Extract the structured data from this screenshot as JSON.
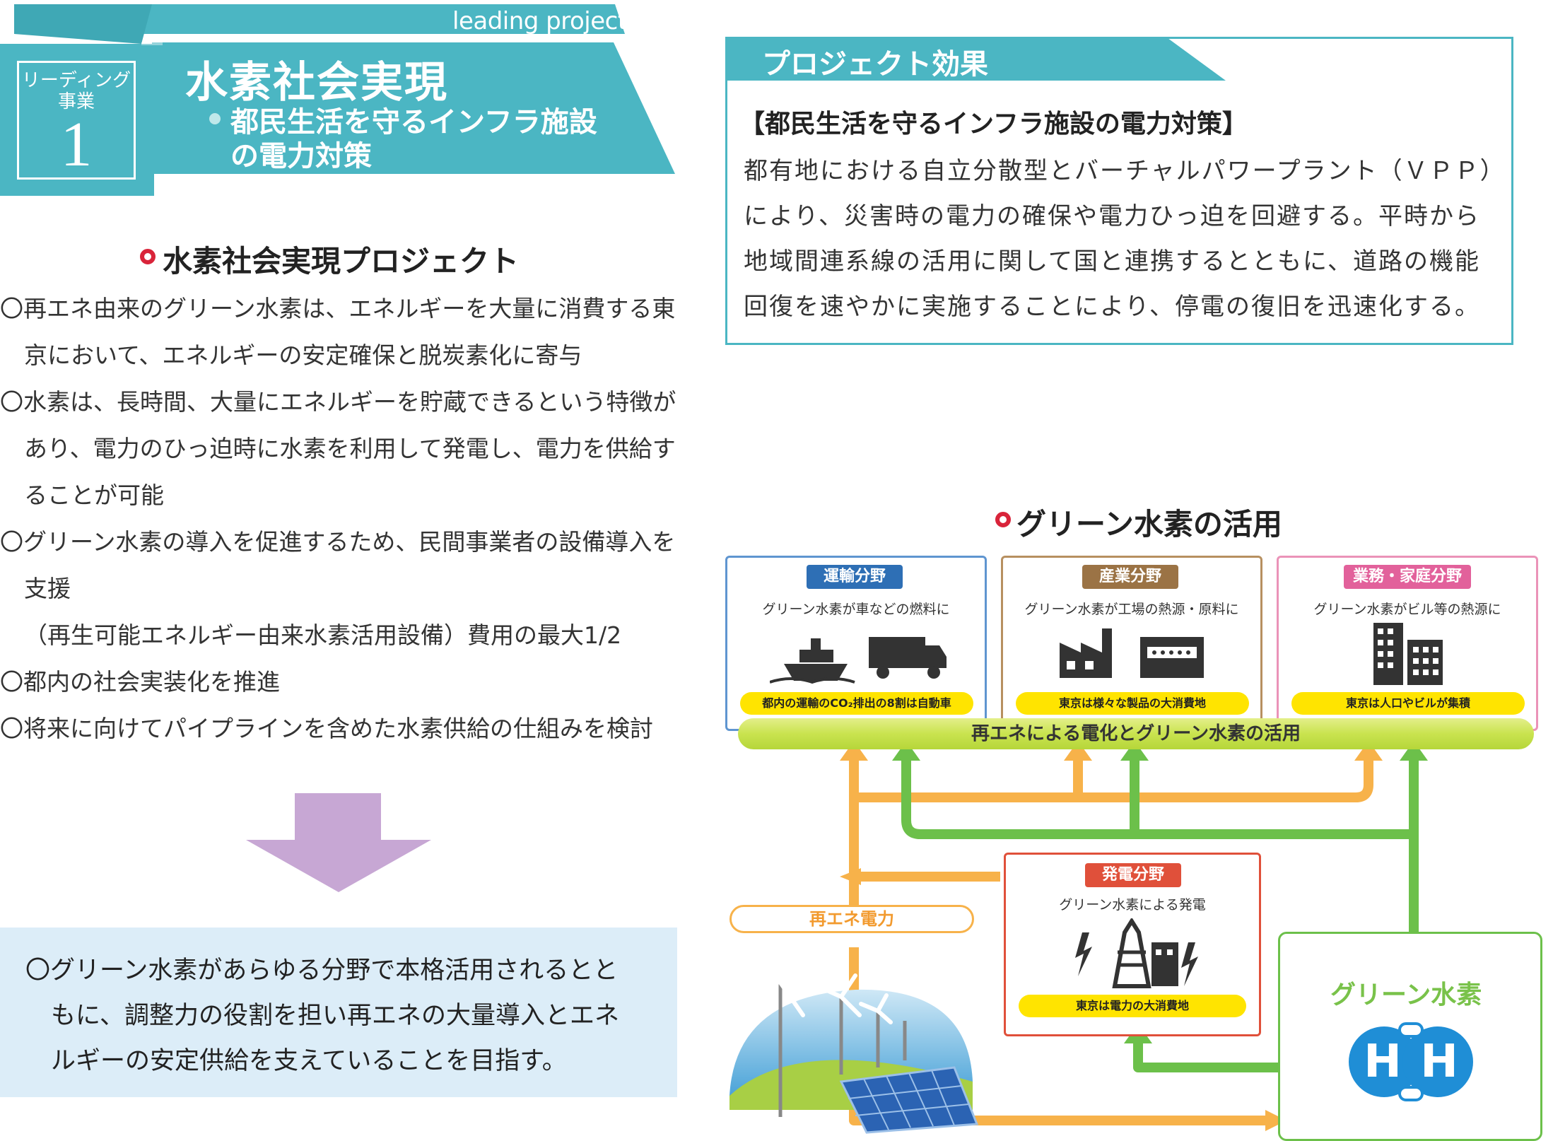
{
  "header": {
    "leading": "leading project.",
    "badge_line1": "リーディング",
    "badge_line2": "事業",
    "badge_number": "1",
    "title": "水素社会実現",
    "subtitle_line1": "都民生活を守るインフラ施設",
    "subtitle_line2": "の電力対策"
  },
  "left": {
    "heading": "水素社会実現プロジェクト",
    "lines": [
      "〇再エネ由来のグリーン水素は、エネルギーを大量に消費する東",
      "京において、エネルギーの安定確保と脱炭素化に寄与",
      "〇水素は、長時間、大量にエネルギーを貯蔵できるという特徴が",
      "あり、電力のひっ迫時に水素を利用して発電し、電力を供給す",
      "ることが可能",
      "〇グリーン水素の導入を促進するため、民間事業者の設備導入を",
      "支援",
      "（再生可能エネルギー由来水素活用設備）費用の最大1/2",
      "〇都内の社会実装化を推進",
      "〇将来に向けてパイプラインを含めた水素供給の仕組みを検討"
    ],
    "goal_lines": [
      "〇グリーン水素があらゆる分野で本格活用されるとと",
      "もに、調整力の役割を担い再エネの大量導入とエネ",
      "ルギーの安定供給を支えていることを目指す。"
    ]
  },
  "project_effect": {
    "title": "プロジェクト効果",
    "heading": "【都民生活を守るインフラ施設の電力対策】",
    "lines": [
      "都有地における自立分散型とバーチャルパワープラント（ＶＰＰ）",
      "により、災害時の電力の確保や電力ひっ迫を回避する。平時から",
      "地域間連系線の活用に関して国と連携するとともに、道路の機能",
      "回復を速やかに実施することにより、停電の復旧を迅速化する。"
    ]
  },
  "diagram": {
    "heading": "グリーン水素の活用",
    "categories": [
      {
        "tag": "運輸分野",
        "sub": "グリーン水素が車などの燃料に",
        "pill": "都内の運輸のCO₂排出の8割は自動車"
      },
      {
        "tag": "産業分野",
        "sub": "グリーン水素が工場の熱源・原料に",
        "pill": "東京は様々な製品の大消費地"
      },
      {
        "tag": "業務・家庭分野",
        "sub": "グリーン水素がビル等の熱源に",
        "pill": "東京は人口やビルが集積"
      }
    ],
    "band": "再エネによる電化とグリーン水素の活用",
    "power": {
      "tag": "発電分野",
      "sub": "グリーン水素による発電",
      "pill": "東京は電力の大消費地"
    },
    "renewable": "再エネ電力",
    "green_h2": "グリーン水素",
    "h_symbol": "H",
    "colors": {
      "teal": "#4bb6c3",
      "transport": "#2e6fb5",
      "industry": "#9b7345",
      "household": "#e2619b",
      "power": "#e0503a",
      "orange_arrow": "#f7b24a",
      "green_arrow": "#6cc04a"
    }
  }
}
